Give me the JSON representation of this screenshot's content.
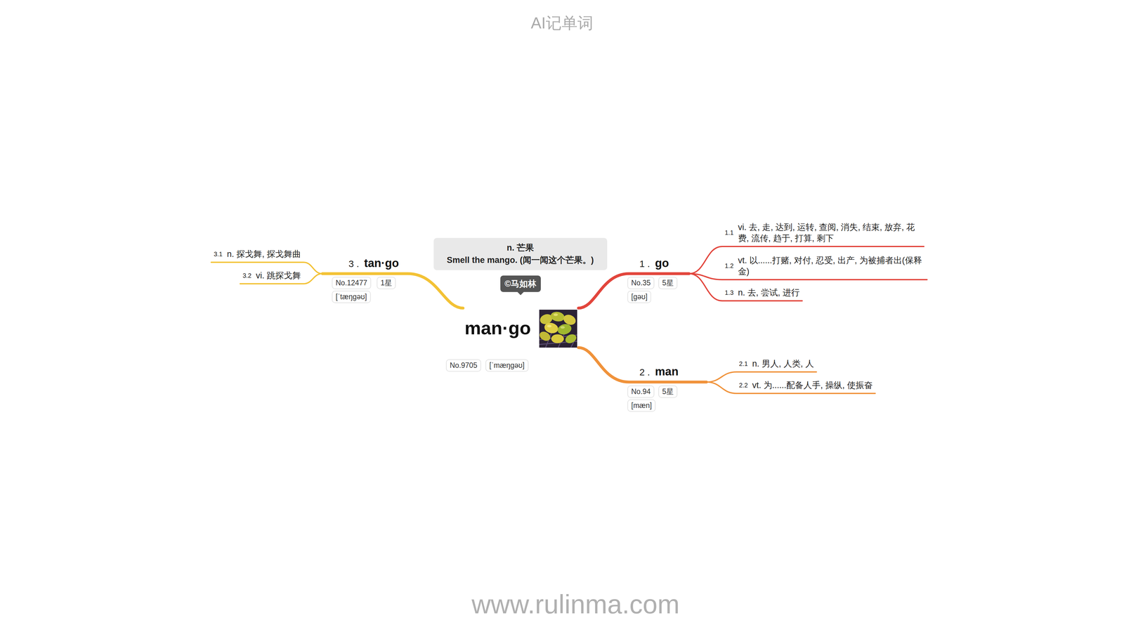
{
  "diagram": {
    "title": "AI记单词",
    "nodes": [
      {
        "text": [
          "n. 芒果",
          "Smell the mango. (闻一闻这个芒果。)"
        ]
      },
      {
        "text": [
          "©马如林"
        ]
      },
      {
        "text": [
          "man·go"
        ]
      },
      {
        "text": [
          "No.9705"
        ]
      },
      {
        "text": [
          "[ˈmæŋɡəʊ]"
        ]
      },
      {
        "text": [
          "1 .",
          "go"
        ]
      },
      {
        "text": [
          "No.35"
        ]
      },
      {
        "text": [
          "5星"
        ]
      },
      {
        "text": [
          "[gəʊ]"
        ]
      },
      {
        "text": [
          "1.1",
          "vi. 去, 走, 达到, 运转, 查阅, 消失, 结束, 放弃, 花费, 流传, 趋于, 打算, 剩下"
        ]
      },
      {
        "text": [
          "1.2",
          "vt. 以......打赌, 对付, 忍受, 出产, 为被捕者出(保释金)"
        ]
      },
      {
        "text": [
          "1.3",
          "n. 去, 尝试, 进行"
        ]
      },
      {
        "text": [
          "2 .",
          "man"
        ]
      },
      {
        "text": [
          "No.94"
        ]
      },
      {
        "text": [
          "5星"
        ]
      },
      {
        "text": [
          "[mæn]"
        ]
      },
      {
        "text": [
          "2.1",
          "n. 男人, 人类, 人"
        ]
      },
      {
        "text": [
          "2.2",
          "vt. 为......配备人手, 操纵, 使振奋"
        ]
      },
      {
        "text": [
          "3 .",
          "tan·go"
        ]
      },
      {
        "text": [
          "No.12477"
        ]
      },
      {
        "text": [
          "1星"
        ]
      },
      {
        "text": [
          "[ˈtæŋɡəʊ]"
        ]
      },
      {
        "text": [
          "3.1",
          "n. 探戈舞, 探戈舞曲"
        ]
      },
      {
        "text": [
          "3.2",
          "vi. 跳探戈舞"
        ]
      }
    ],
    "edges": [
      {
        "from": 2,
        "to": 5,
        "arrow": "none"
      },
      {
        "from": 2,
        "to": 12,
        "arrow": "none"
      },
      {
        "from": 2,
        "to": 18,
        "arrow": "none"
      },
      {
        "from": 5,
        "to": 9,
        "arrow": "none"
      },
      {
        "from": 5,
        "to": 10,
        "arrow": "none"
      },
      {
        "from": 5,
        "to": 11,
        "arrow": "none"
      },
      {
        "from": 12,
        "to": 16,
        "arrow": "none"
      },
      {
        "from": 12,
        "to": 17,
        "arrow": "none"
      },
      {
        "from": 18,
        "to": 22,
        "arrow": "none"
      },
      {
        "from": 18,
        "to": 23,
        "arrow": "none"
      }
    ],
    "labels": [
      "www.rulinma.com"
    ]
  }
}
